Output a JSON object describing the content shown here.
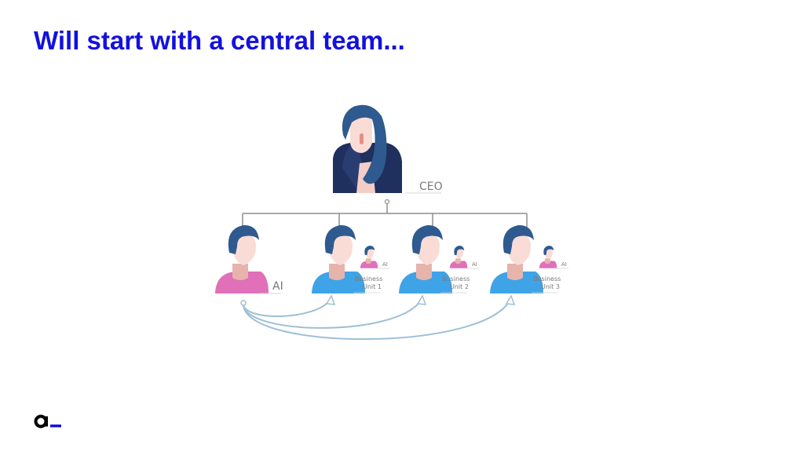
{
  "slide": {
    "title": "Will start with a central team..."
  },
  "org_chart": {
    "ceo": {
      "label": "CEO"
    },
    "central_team": {
      "label": "AI"
    },
    "business_units": [
      {
        "line1": "Business",
        "line2": "Unit 1",
        "ai_label": "AI"
      },
      {
        "line1": "Business",
        "line2": "Unit 2",
        "ai_label": "AI"
      },
      {
        "line1": "Business",
        "line2": "Unit 3",
        "ai_label": "AI"
      }
    ]
  },
  "colors": {
    "title": "#1411dd",
    "hair": "#2f5a8f",
    "skin": "#f9dcd6",
    "neck": "#e6b4ab",
    "ceo_jacket": "#1f2f5e",
    "ai_shirt": "#e070b8",
    "bu_shirt": "#3fa3e8",
    "connector": "#8e8e8e",
    "arrow": "#9ec0d6"
  },
  "logo": {
    "icon": "accenture-a-logo"
  }
}
